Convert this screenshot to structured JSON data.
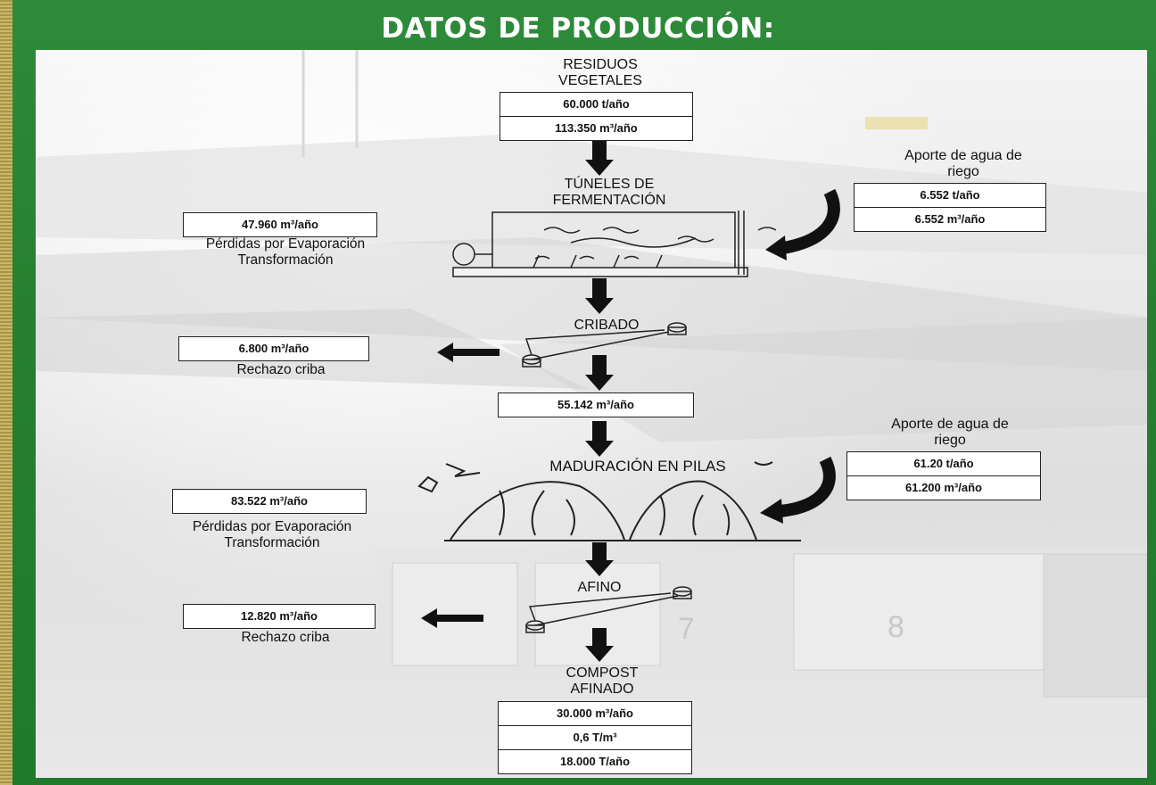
{
  "header": {
    "title": "DATOS DE PRODUCCIÓN:"
  },
  "residuos": {
    "title_line1": "RESIDUOS",
    "title_line2": "VEGETALES",
    "values": [
      "60.000 t/año",
      "113.350 m³/año"
    ]
  },
  "tuneles": {
    "title_line1": "TÚNELES DE",
    "title_line2": "FERMENTACIÓN"
  },
  "agua_riego_1": {
    "title_line1": "Aporte de agua de",
    "title_line2": "riego",
    "values": [
      "6.552 t/año",
      "6.552 m³/año"
    ]
  },
  "perdidas_1": {
    "value": "47.960 m³/año",
    "label_line1": "Pérdidas por Evaporación",
    "label_line2": "Transformación"
  },
  "cribado": {
    "title": "CRIBADO",
    "rechazo_value": "6.800 m³/año",
    "rechazo_label": "Rechazo criba"
  },
  "post_cribado": {
    "value": "55.142 m³/año"
  },
  "agua_riego_2": {
    "title_line1": "Aporte de agua de",
    "title_line2": "riego",
    "values": [
      "61.20 t/año",
      "61.200 m³/año"
    ]
  },
  "maduracion": {
    "title": "MADURACIÓN EN PILAS"
  },
  "perdidas_2": {
    "value": "83.522 m³/año",
    "label_line1": "Pérdidas por Evaporación",
    "label_line2": "Transformación"
  },
  "afino": {
    "title": "AFINO",
    "rechazo_value": "12.820 m³/año",
    "rechazo_label": "Rechazo criba"
  },
  "compost": {
    "title_line1": "COMPOST",
    "title_line2": "AFINADO",
    "values": [
      "30.000 m³/año",
      "0,6 T/m³",
      "18.000 T/año"
    ]
  },
  "background": {
    "bay_7": "7",
    "bay_8": "8"
  },
  "colors": {
    "frame_green": "#26802f",
    "arrow": "#111111",
    "box_border": "#222222"
  }
}
